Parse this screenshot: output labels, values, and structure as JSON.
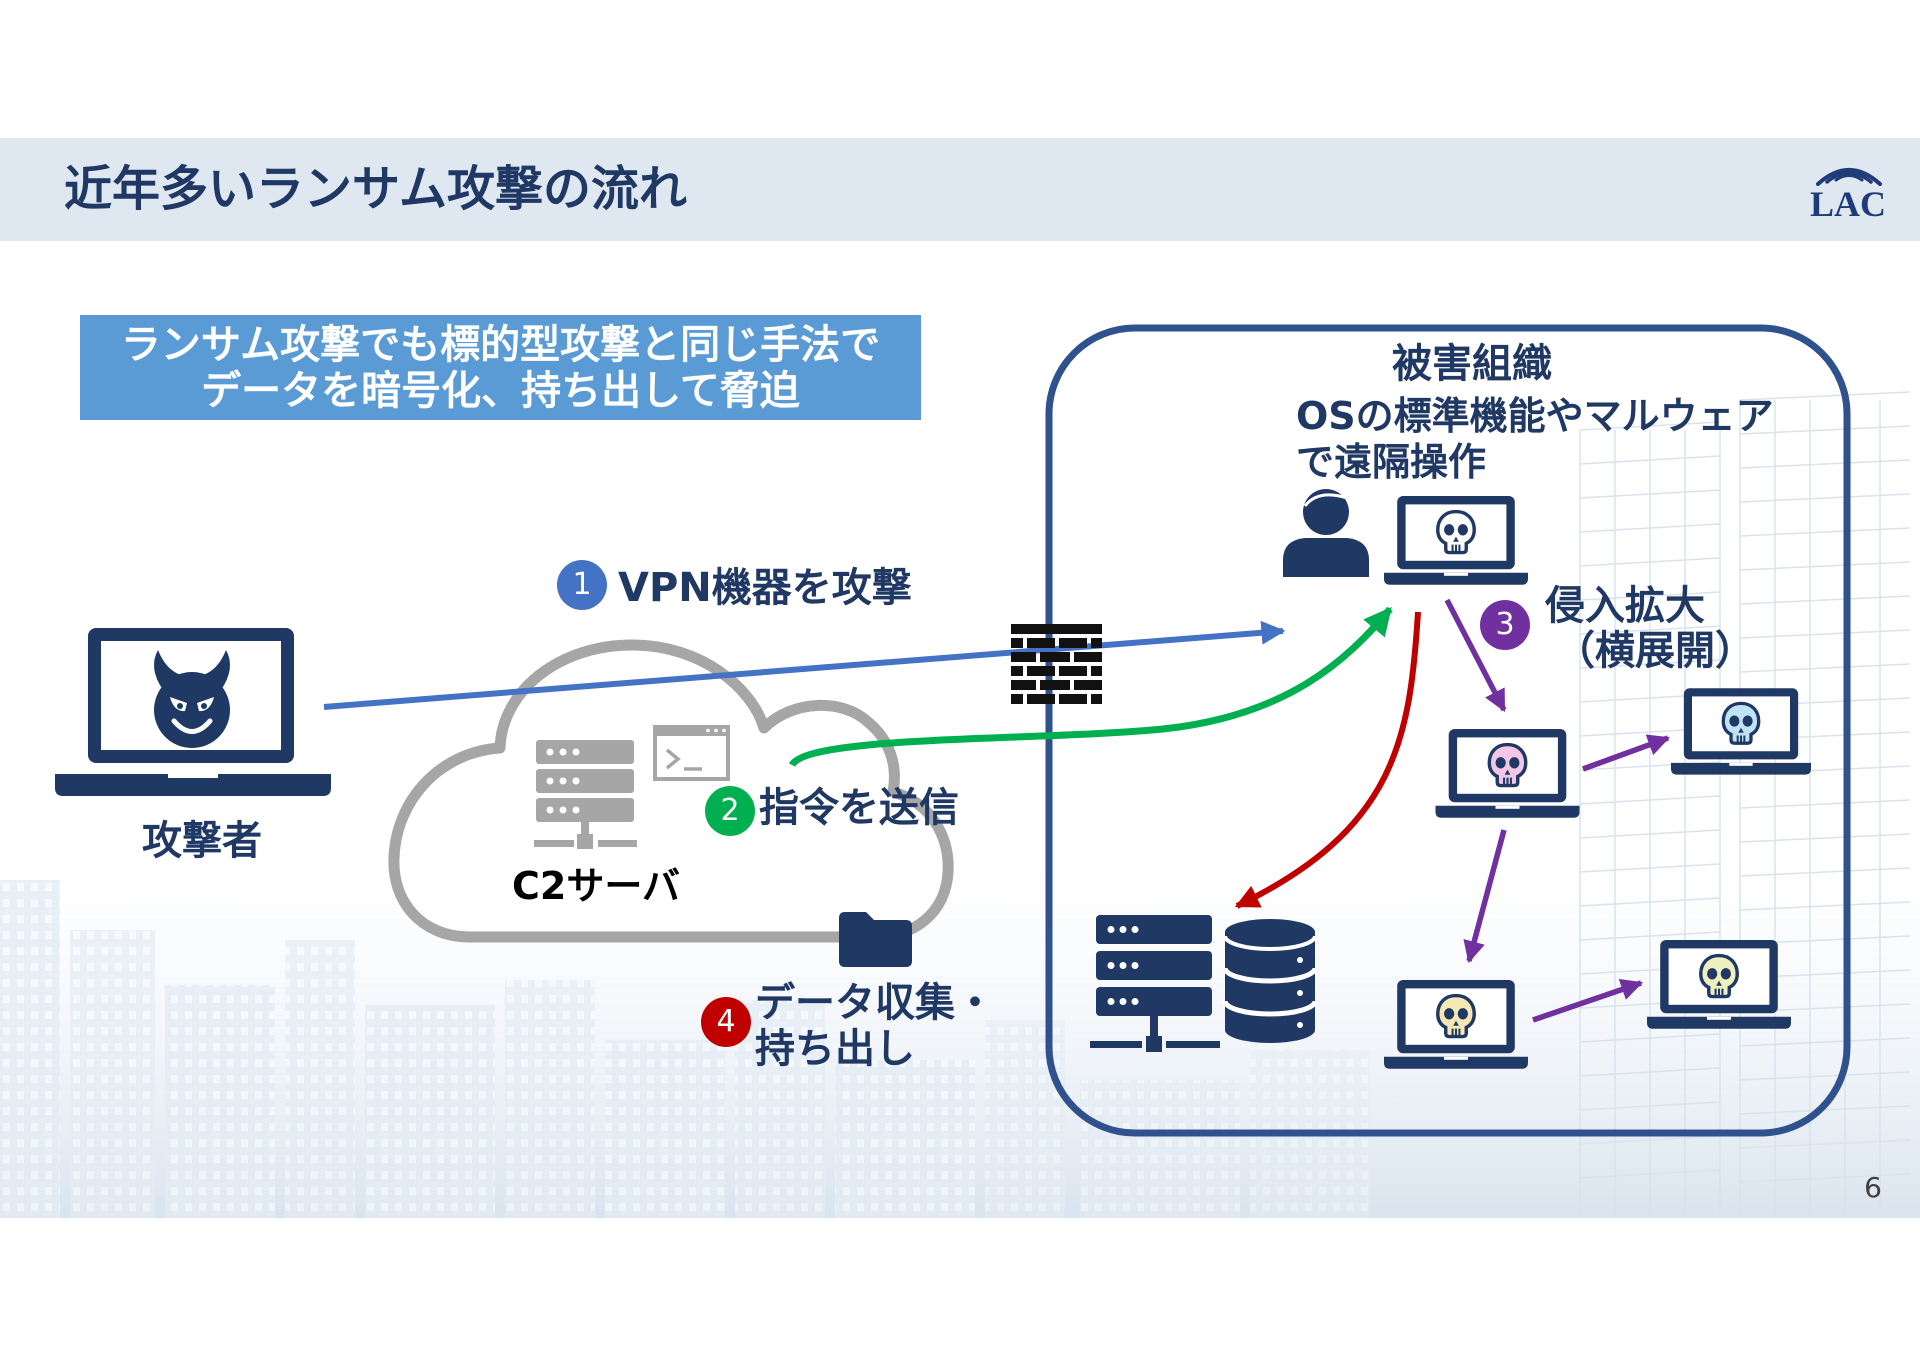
{
  "slide": {
    "title": "近年多いランサム攻撃の流れ",
    "logo_text": "LAC",
    "page_number": "6"
  },
  "callout": {
    "line1": "ランサム攻撃でも標的型攻撃と同じ手法で",
    "line2": "データを暗号化、持ち出して脅迫"
  },
  "attacker": {
    "label": "攻撃者",
    "icon": "devil-laptop-icon"
  },
  "c2_server": {
    "label": "C2サーバ",
    "icons": [
      "server-rack-icon",
      "terminal-icon",
      "folder-icon",
      "cloud-icon"
    ]
  },
  "firewall": {
    "icon": "firewall-icon"
  },
  "victim": {
    "title": "被害組織",
    "description_line1": "OSの標準機能やマルウェア",
    "description_line2": "で遠隔操作",
    "icons": [
      "person-icon",
      "infected-laptop-icon",
      "server-database-icon"
    ]
  },
  "steps": [
    {
      "number": "1",
      "label": "VPN機器を攻撃",
      "color": "#4472c4"
    },
    {
      "number": "2",
      "label": "指令を送信",
      "color": "#00b050"
    },
    {
      "number": "3",
      "line1": "侵入拡大",
      "line2": "（横展開）",
      "color": "#7030a0"
    },
    {
      "number": "4",
      "line1": "データ収集・",
      "line2": "持ち出し",
      "color": "#c00000"
    }
  ],
  "colors": {
    "navy": "#203864",
    "header_band": "#dfe7f1",
    "callout_fill": "#5b9bd5",
    "victim_border": "#2f528f",
    "cloud_stroke": "#a6a6a6",
    "skull_fills": [
      "#ffffff",
      "#f2c6e6",
      "#bfe3f5",
      "#f5e8b5",
      "#eef0c0"
    ]
  }
}
